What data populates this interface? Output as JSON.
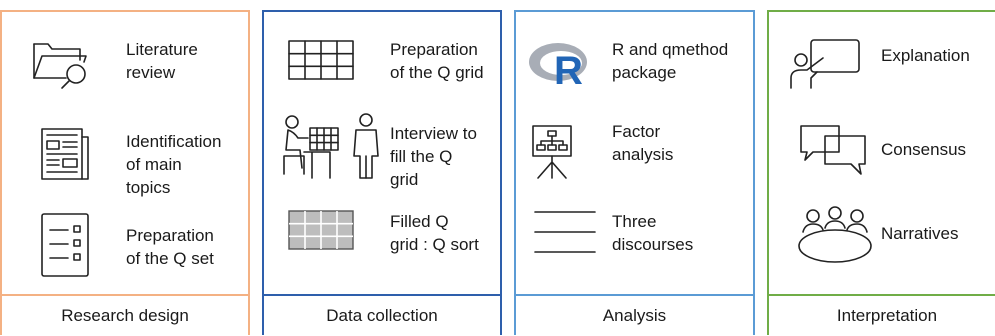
{
  "colors": {
    "design": "#f4b183",
    "collection": "#2e5fac",
    "analysis": "#5b9bd5",
    "interpretation": "#70ad47"
  },
  "panels": [
    {
      "footer": "Research design",
      "items": [
        {
          "icon": "folder-search-icon",
          "lines": [
            "Literature",
            "review"
          ]
        },
        {
          "icon": "newspaper-icon",
          "lines": [
            "Identification",
            "of main",
            "topics"
          ]
        },
        {
          "icon": "checklist-icon",
          "lines": [
            "Preparation",
            "of the Q set"
          ]
        }
      ]
    },
    {
      "footer": "Data collection",
      "items": [
        {
          "icon": "empty-grid-icon",
          "lines": [
            "Preparation",
            "of the Q grid"
          ]
        },
        {
          "icon": "interview-icon",
          "lines": [
            "Interview to",
            "fill the Q",
            "grid"
          ]
        },
        {
          "icon": "filled-grid-icon",
          "lines": [
            "Filled Q",
            "grid : Q sort"
          ]
        }
      ]
    },
    {
      "footer": "Analysis",
      "items": [
        {
          "icon": "r-logo-icon",
          "lines": [
            "R and qmethod",
            "package"
          ]
        },
        {
          "icon": "presentation-chart-icon",
          "lines": [
            "Factor",
            "analysis"
          ]
        },
        {
          "icon": "three-lines-icon",
          "lines": [
            "Three",
            "discourses"
          ]
        }
      ]
    },
    {
      "footer": "Interpretation",
      "items": [
        {
          "icon": "presenter-icon",
          "lines": [
            "Explanation"
          ]
        },
        {
          "icon": "speech-bubbles-icon",
          "lines": [
            "Consensus"
          ]
        },
        {
          "icon": "meeting-icon",
          "lines": [
            "Narratives"
          ]
        }
      ]
    }
  ]
}
